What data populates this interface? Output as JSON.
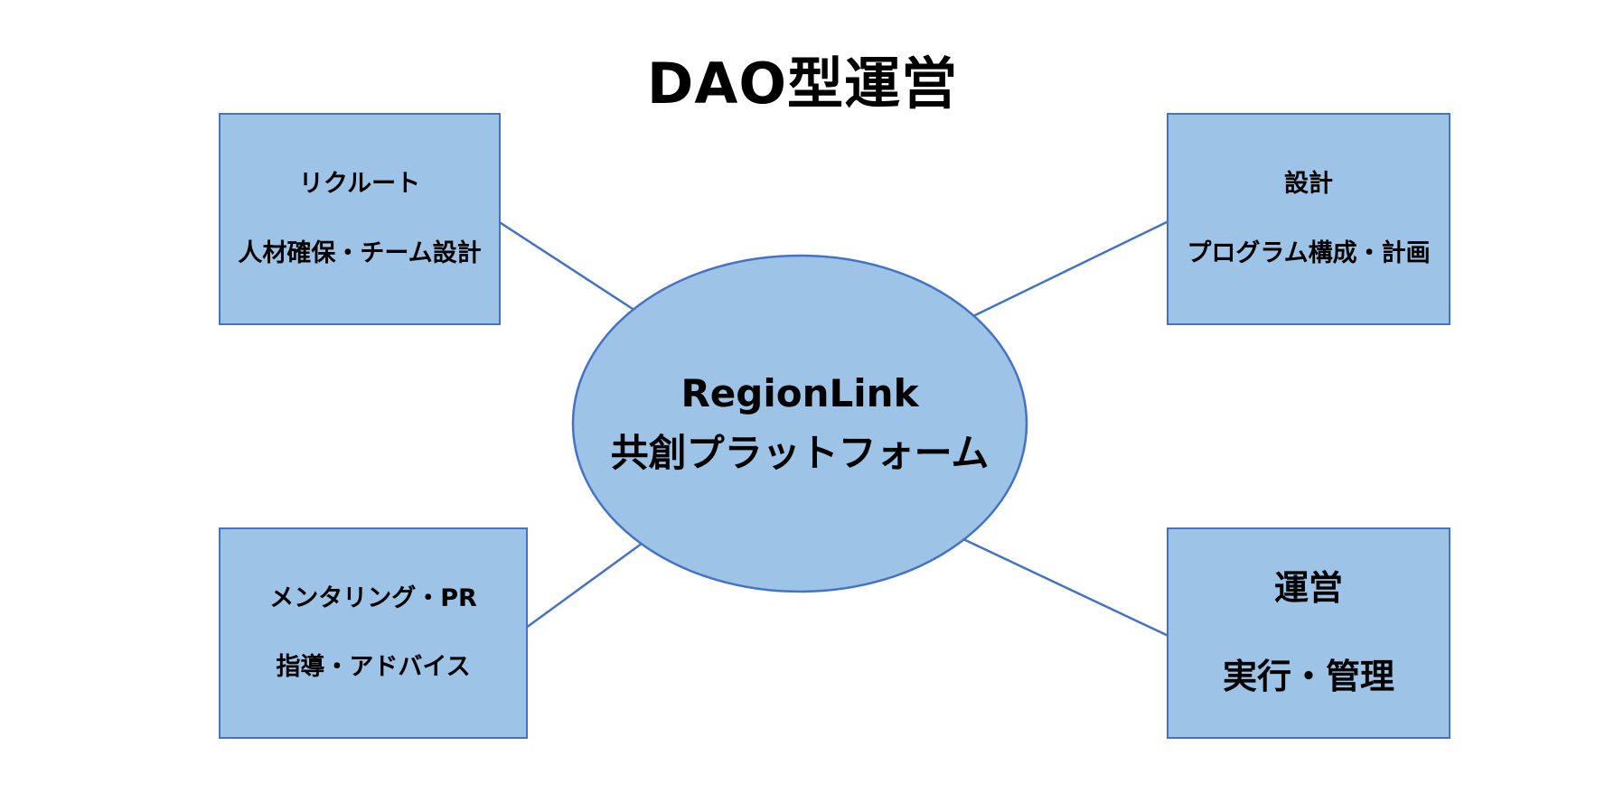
{
  "title": "DAO型運営",
  "center": {
    "line1": "RegionLink",
    "line2": "共創プラットフォーム"
  },
  "nodes": {
    "top_left": {
      "line1": "リクルート",
      "line2": "人材確保・チーム設計"
    },
    "top_right": {
      "line1": "設計",
      "line2": "プログラム構成・計画"
    },
    "bottom_left": {
      "line1": "メンタリング・PR",
      "line2": "指導・アドバイス"
    },
    "bottom_right": {
      "line1": "運営",
      "line2": "実行・管理"
    }
  },
  "colors": {
    "node_fill": "#9DC3E6",
    "node_border": "#4472C4",
    "connector": "#4472C4",
    "text": "#000000",
    "background": "#FFFFFF"
  }
}
